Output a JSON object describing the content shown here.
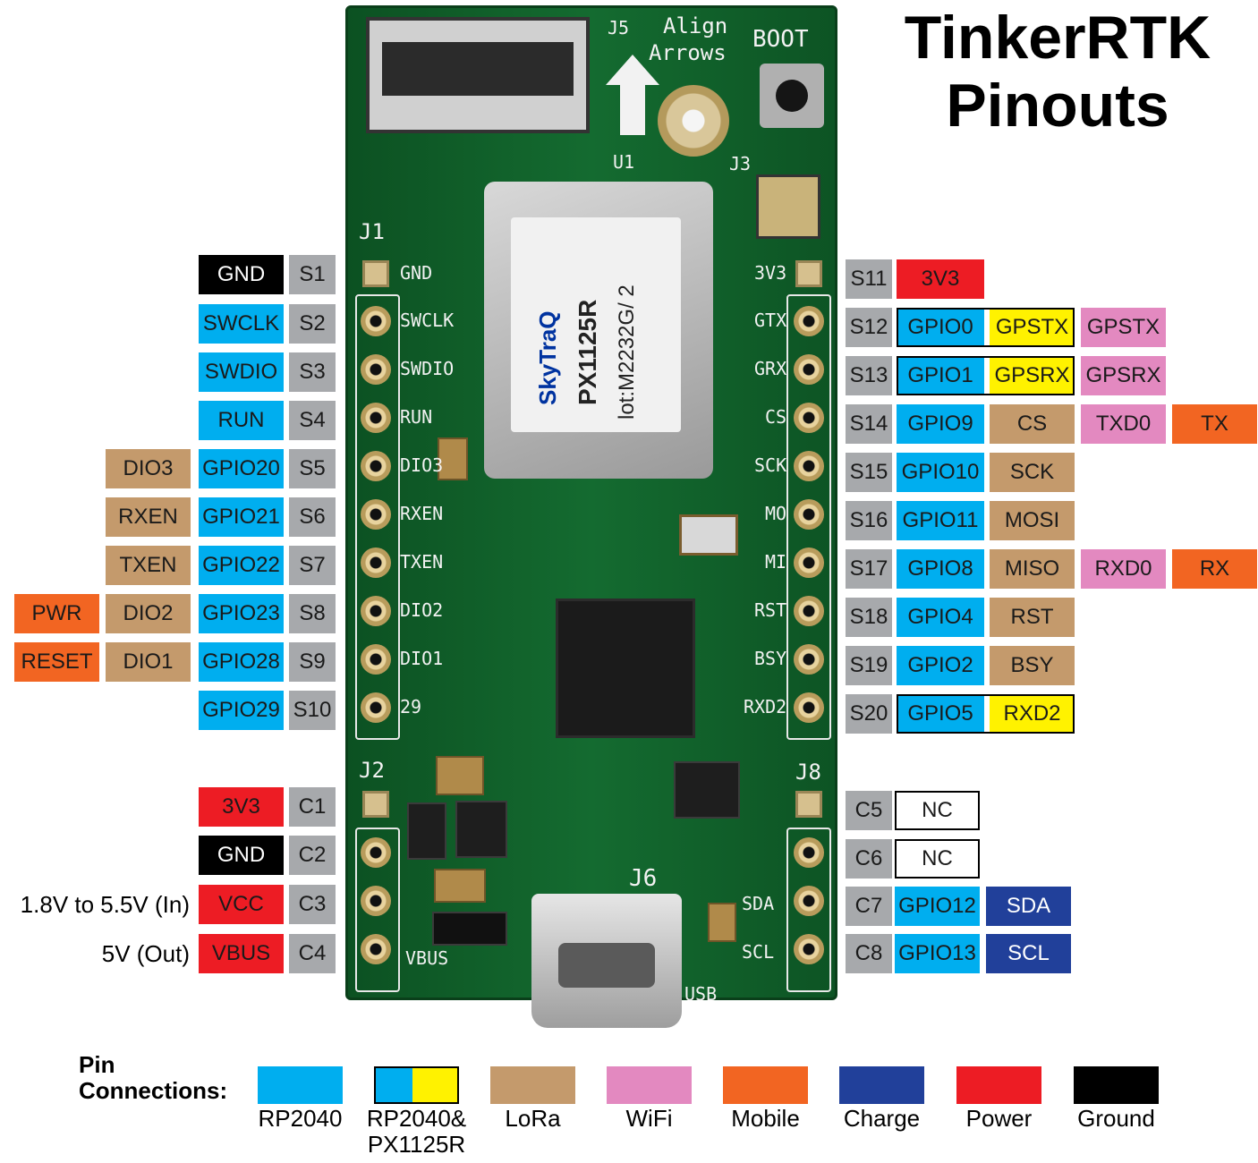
{
  "title": {
    "line1": "TinkerRTK",
    "line2": "Pinouts"
  },
  "board_silkscreen": {
    "j5": "J5",
    "align1": "Align",
    "align2": "Arrows",
    "boot": "BOOT",
    "u1": "U1",
    "j3": "J3",
    "j1": "J1",
    "j2": "J2",
    "j8": "J8",
    "j6": "J6",
    "usb": "USB",
    "module_brand": "SkyTraQ",
    "module_model": "PX1125R",
    "module_lot": "lot:M2232G/ 2",
    "left_header": [
      "GND",
      "SWCLK",
      "SWDIO",
      "RUN",
      "DIO3",
      "RXEN",
      "TXEN",
      "DIO2",
      "DIO1",
      "29"
    ],
    "right_header": [
      "3V3",
      "GTX",
      "GRX",
      "CS",
      "SCK",
      "MO",
      "MI",
      "RST",
      "BSY",
      "RXD2"
    ],
    "left_power": [
      "VBUS"
    ],
    "right_i2c": [
      "SDA",
      "SCL"
    ]
  },
  "left_pins": [
    {
      "pin": "S1",
      "labels": [
        {
          "text": "GND",
          "type": "ground"
        }
      ]
    },
    {
      "pin": "S2",
      "labels": [
        {
          "text": "SWCLK",
          "type": "rp2040"
        }
      ]
    },
    {
      "pin": "S3",
      "labels": [
        {
          "text": "SWDIO",
          "type": "rp2040"
        }
      ]
    },
    {
      "pin": "S4",
      "labels": [
        {
          "text": "RUN",
          "type": "rp2040"
        }
      ]
    },
    {
      "pin": "S5",
      "labels": [
        {
          "text": "GPIO20",
          "type": "rp2040"
        },
        {
          "text": "DIO3",
          "type": "lora"
        }
      ]
    },
    {
      "pin": "S6",
      "labels": [
        {
          "text": "GPIO21",
          "type": "rp2040"
        },
        {
          "text": "RXEN",
          "type": "lora"
        }
      ]
    },
    {
      "pin": "S7",
      "labels": [
        {
          "text": "GPIO22",
          "type": "rp2040"
        },
        {
          "text": "TXEN",
          "type": "lora"
        }
      ]
    },
    {
      "pin": "S8",
      "labels": [
        {
          "text": "GPIO23",
          "type": "rp2040"
        },
        {
          "text": "DIO2",
          "type": "lora"
        },
        {
          "text": "PWR",
          "type": "mobile"
        }
      ]
    },
    {
      "pin": "S9",
      "labels": [
        {
          "text": "GPIO28",
          "type": "rp2040"
        },
        {
          "text": "DIO1",
          "type": "lora"
        },
        {
          "text": "RESET",
          "type": "mobile"
        }
      ]
    },
    {
      "pin": "S10",
      "labels": [
        {
          "text": "GPIO29",
          "type": "rp2040"
        }
      ]
    },
    {
      "pin": "C1",
      "labels": [
        {
          "text": "3V3",
          "type": "power"
        }
      ]
    },
    {
      "pin": "C2",
      "labels": [
        {
          "text": "GND",
          "type": "ground"
        }
      ]
    },
    {
      "pin": "C3",
      "labels": [
        {
          "text": "VCC",
          "type": "power"
        }
      ],
      "note": "1.8V to 5.5V (In)"
    },
    {
      "pin": "C4",
      "labels": [
        {
          "text": "VBUS",
          "type": "power"
        }
      ],
      "note": "5V (Out)"
    }
  ],
  "right_pins": [
    {
      "pin": "S11",
      "labels": [
        {
          "text": "3V3",
          "type": "power"
        }
      ]
    },
    {
      "pin": "S12",
      "labels": [
        {
          "text": "GPIO0",
          "type": "rp2040"
        },
        {
          "text": "GPSTX",
          "type": "gps"
        },
        {
          "text": "GPSTX",
          "type": "wifi"
        }
      ]
    },
    {
      "pin": "S13",
      "labels": [
        {
          "text": "GPIO1",
          "type": "rp2040"
        },
        {
          "text": "GPSRX",
          "type": "gps"
        },
        {
          "text": "GPSRX",
          "type": "wifi"
        }
      ]
    },
    {
      "pin": "S14",
      "labels": [
        {
          "text": "GPIO9",
          "type": "rp2040"
        },
        {
          "text": "CS",
          "type": "lora"
        },
        {
          "text": "TXD0",
          "type": "wifi"
        },
        {
          "text": "TX",
          "type": "mobile"
        }
      ]
    },
    {
      "pin": "S15",
      "labels": [
        {
          "text": "GPIO10",
          "type": "rp2040"
        },
        {
          "text": "SCK",
          "type": "lora"
        }
      ]
    },
    {
      "pin": "S16",
      "labels": [
        {
          "text": "GPIO11",
          "type": "rp2040"
        },
        {
          "text": "MOSI",
          "type": "lora"
        }
      ]
    },
    {
      "pin": "S17",
      "labels": [
        {
          "text": "GPIO8",
          "type": "rp2040"
        },
        {
          "text": "MISO",
          "type": "lora"
        },
        {
          "text": "RXD0",
          "type": "wifi"
        },
        {
          "text": "RX",
          "type": "mobile"
        }
      ]
    },
    {
      "pin": "S18",
      "labels": [
        {
          "text": "GPIO4",
          "type": "rp2040"
        },
        {
          "text": "RST",
          "type": "lora"
        }
      ]
    },
    {
      "pin": "S19",
      "labels": [
        {
          "text": "GPIO2",
          "type": "rp2040"
        },
        {
          "text": "BSY",
          "type": "lora"
        }
      ]
    },
    {
      "pin": "S20",
      "labels": [
        {
          "text": "GPIO5",
          "type": "rp2040"
        },
        {
          "text": "RXD2",
          "type": "gps"
        }
      ]
    },
    {
      "pin": "C5",
      "labels": [
        {
          "text": "NC",
          "type": "nc"
        }
      ]
    },
    {
      "pin": "C6",
      "labels": [
        {
          "text": "NC",
          "type": "nc"
        }
      ]
    },
    {
      "pin": "C7",
      "labels": [
        {
          "text": "GPIO12",
          "type": "rp2040"
        },
        {
          "text": "SDA",
          "type": "charge"
        }
      ]
    },
    {
      "pin": "C8",
      "labels": [
        {
          "text": "GPIO13",
          "type": "rp2040"
        },
        {
          "text": "SCL",
          "type": "charge"
        }
      ]
    }
  ],
  "legend": {
    "title_line1": "Pin",
    "title_line2": "Connections:",
    "items": [
      {
        "label": "RP2040",
        "color": "#00aeef"
      },
      {
        "label": "RP2040&",
        "label2": "PX1125R",
        "color": "#00aeef",
        "color2": "#fff200"
      },
      {
        "label": "LoRa",
        "color": "#c49a6c"
      },
      {
        "label": "WiFi",
        "color": "#e389c0"
      },
      {
        "label": "Mobile",
        "color": "#f26522"
      },
      {
        "label": "Charge",
        "color": "#21409a"
      },
      {
        "label": "Power",
        "color": "#ed1c24"
      },
      {
        "label": "Ground",
        "color": "#000000"
      }
    ]
  },
  "colors": {
    "rp2040": "#00aeef",
    "gps": "#fff200",
    "lora": "#c49a6c",
    "wifi": "#e389c0",
    "mobile": "#f26522",
    "charge": "#21409a",
    "power": "#ed1c24",
    "ground": "#000000",
    "pin": "#a7a9ac",
    "board": "#146b30"
  }
}
